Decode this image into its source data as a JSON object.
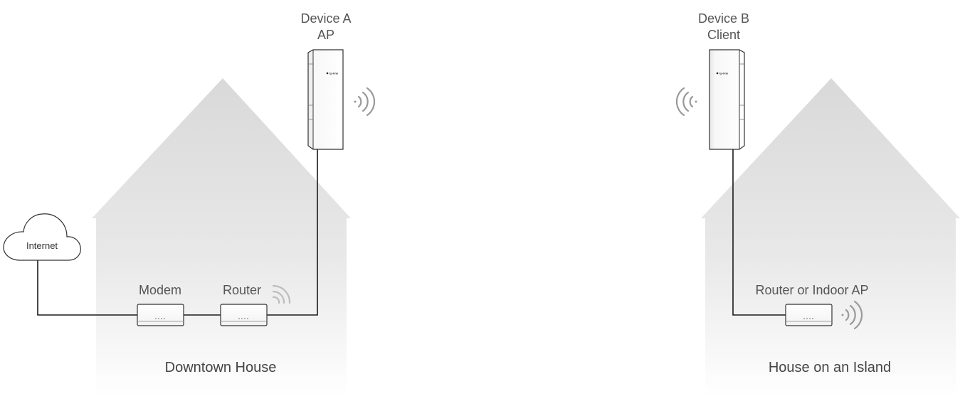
{
  "devices": {
    "a": {
      "name": "Device A",
      "role": "AP",
      "logo": "tp-link"
    },
    "b": {
      "name": "Device B",
      "role": "Client",
      "logo": "tp-link"
    }
  },
  "network": {
    "internet": "Internet",
    "modem": "Modem",
    "router": "Router",
    "router_or_ap": "Router or Indoor AP"
  },
  "houses": {
    "left": "Downtown House",
    "right": "House on an Island"
  },
  "icons": {
    "wireless": "wifi-waves-icon",
    "cloud": "cloud-icon"
  },
  "colors": {
    "line": "#1a1a1a",
    "house_top": "#dddddd",
    "label": "#555555"
  }
}
